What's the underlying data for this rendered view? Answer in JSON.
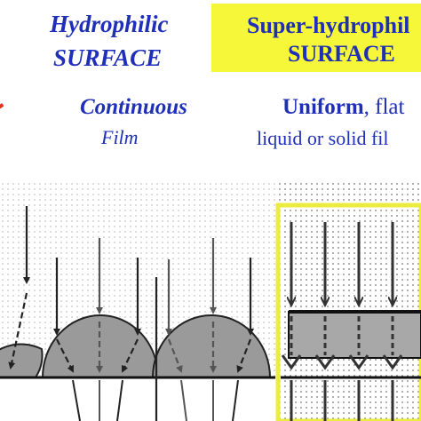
{
  "left_panel": {
    "title_line1": "Hydrophilic",
    "title_line2": "SURFACE",
    "desc_line1": "Continuous",
    "desc_line2": "Film"
  },
  "right_panel": {
    "title_line1": "Super-hydrophil",
    "title_line2": "SURFACE",
    "desc_bold": "Uniform",
    "desc_rest": ", flat",
    "desc_line2": "liquid or solid fil"
  },
  "colors": {
    "title_blue": "#1f2fb8",
    "highlight_yellow": "#f7f73a",
    "droplet_fill": "#9a9a9a",
    "film_fill": "#a8a8a8",
    "arrow_dark": "#222222",
    "arrow_gray": "#555555",
    "frame_yellow": "#ecec40"
  }
}
